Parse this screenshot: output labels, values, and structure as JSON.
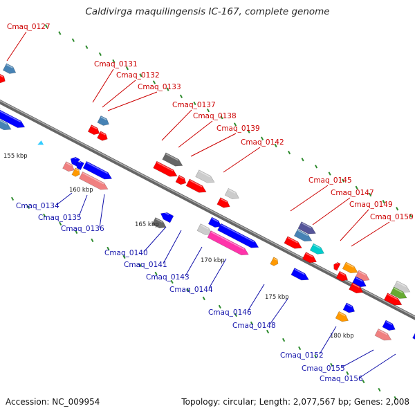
{
  "title": "Caldivirga maquilingensis IC-167, complete genome",
  "footer": {
    "accession": "Accession: NC_009954",
    "topology": "Topology: circular; Length: 2,077,567 bp; Genes: 2,008"
  },
  "colors": {
    "backbone": "#8a8a8a",
    "label_top": "#cc0000",
    "label_bottom": "#1111aa",
    "tick": "#2e8b2e",
    "red": "#ff0000",
    "blue": "#0000ff",
    "steelblue": "#4682b4",
    "gray": "#666666",
    "lightgray": "#cccccc",
    "orange": "#ff9900",
    "pink": "#f08080",
    "magenta": "#ff33aa",
    "cyan": "#00cccc",
    "purple": "#555599",
    "olive": "#66aa33"
  },
  "kbp_labels": [
    "155 kbp",
    "160 kbp",
    "165 kbp",
    "170 kbp",
    "175 kbp",
    "180 kbp"
  ],
  "top_labels": [
    "Cmaq_0127",
    "Cmaq_0131",
    "Cmaq_0132",
    "Cmaq_0133",
    "Cmaq_0137",
    "Cmaq_0138",
    "Cmaq_0139",
    "Cmaq_0142",
    "Cmaq_0145",
    "Cmaq_0147",
    "Cmaq_0149",
    "Cmaq_0150"
  ],
  "bottom_labels": [
    "Cmaq_0134",
    "Cmaq_0135",
    "Cmaq_0136",
    "Cmaq_0140",
    "Cmaq_0141",
    "Cmaq_0143",
    "Cmaq_0144",
    "Cmaq_0146",
    "Cmaq_0148",
    "Cmaq_0152",
    "Cmaq_0155",
    "Cmaq_0156"
  ]
}
